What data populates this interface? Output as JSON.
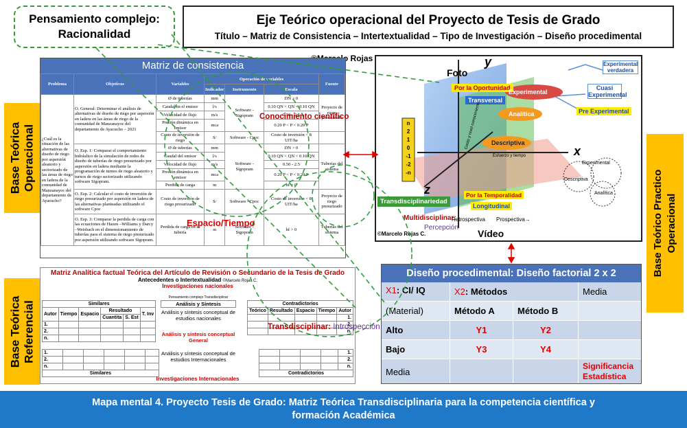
{
  "bubble": {
    "line1": "Pensamiento complejo:",
    "line2": "Racionalidad"
  },
  "title": {
    "main": "Eje Teórico operacional del Proyecto de Tesis de Grado",
    "sub": "Título – Matriz de Consistencia – Intertextualidad – Tipo de Investigación – Diseño procedimental"
  },
  "credit_top": "©Marcelo Rojas C",
  "side_labels": {
    "left_top": [
      "Base Teórica",
      "Operacional"
    ],
    "left_bottom": [
      "Base Teórica",
      "Referencial"
    ],
    "right": [
      "Base Teórico Practico",
      "Operacional"
    ]
  },
  "matriz_consistencia": {
    "title": "Matriz de consistencia",
    "headers": [
      "Problema",
      "Objetivos",
      "Variables",
      "Indicador",
      "Instrumento",
      "Escala",
      "Fuente"
    ],
    "group_header": "Operación de variables",
    "problem": "¿Cuál es la situación de las alternativas de diseño de riego por aspersión aleatorio y sectorizado de las áreas de riego en ladera de la comunidad de Manzanayoc del departamento de Ayacucho?",
    "objectives": [
      "O. General: Determinar el análisis de alternativas de diseño de riego por aspersión en ladera en las áreas de riego de la comunidad de Manzanayoc del departamento de Ayacucho – 2021",
      "O. Esp. 1: Comparar el comportamiento hidráulico de la simulación de redes de diseño de tuberías de riego presurizado por aspersión en ladera mediante la programación de turnos de riego aleatorio y turnos de riego sectorizado utilizando software Sigopram.",
      "O. Esp. 2: Calcular el costo de inversión de riego presurizado por aspersión en ladera de las alternativas planteadas utilizando el software Cpoc",
      "O. Esp. 3: Comparar la perdida de carga con las ecuaciones de Hazen –Williams y Darcy –Weisbach en el dimensionamiento de tuberías para el sistema de riego presurizado por aspersión utilizando software Sigopram."
    ],
    "rows": [
      [
        "Ø de tuberías",
        "mm",
        "Software - Sigopram",
        "DN > 0",
        "Proyecto de riego presurizado"
      ],
      [
        "Caudal en el emisor",
        "l/s",
        "",
        "0.10 QN < QN < 0.10 QN",
        ""
      ],
      [
        "Velocidad de flujo",
        "m/s",
        "",
        "0.50 - 2.5",
        ""
      ],
      [
        "Presión dinámica en emisor",
        "mca",
        "",
        "0.20 P < P < 0.20 P",
        ""
      ],
      [
        "Costo de inversión de riego",
        "S/",
        "Software - Cpoc",
        "Costo de inversión < 8 UIT/ha",
        ""
      ],
      [
        "Ø de tuberías",
        "mm",
        "Software - Sigopram",
        "DN > 0",
        "Tuberías del sistema"
      ],
      [
        "Caudal del emisor",
        "l/s",
        "",
        "0.10 QN < QN < 0.10 QN",
        ""
      ],
      [
        "Velocidad de flujo",
        "m/s",
        "",
        "0.50 - 2.5",
        ""
      ],
      [
        "Presión dinámica en emisor",
        "mca",
        "",
        "0.20 P < P < 0.20 P",
        ""
      ],
      [
        "Perdida de carga",
        "m",
        "",
        "hf > 0",
        ""
      ],
      [
        "Costo de inversión de riego presurizado",
        "S/",
        "Software - Cpoc",
        "Costo de inversión < 8 UIT/ha",
        "Proyecto de riego presurizado"
      ],
      [
        "Perdida de carga en la tubería",
        "m",
        "Software - Sigopram",
        "hf > 0",
        "Tuberías del sistema"
      ]
    ],
    "overlay_conocimiento": "Conocimiento científico",
    "overlay_espacio": "Espacio/Tiempo"
  },
  "matriz_analitica": {
    "title": "Matriz Analítica factual Teórica del Artículo de Revisión o Secundario de la Tesis de Grado",
    "subtitle": "Antecedentes o Intertextualidad",
    "subtitle_credit": "©Marcelo Rojas C.",
    "nacionales": "Investigaciones nacionales",
    "similares": "Similares",
    "contradictorios": "Contradictorios",
    "pensamiento": "Pensamiento complejo Transdisciplinar",
    "left_cols": [
      "Autor",
      "Tiempo",
      "Espacio",
      "Resultado",
      "T. Inv"
    ],
    "sub_cols": [
      "Cuantita",
      "S. Est"
    ],
    "right_cols": [
      "Teórico",
      "Resultado",
      "Espacio",
      "Tiempo",
      "Autor"
    ],
    "center_col": "Análisis y Síntesis",
    "row_marks": [
      "1.",
      "2.",
      "n."
    ],
    "nat_synth": "Análisis y síntesis conceptual de estudios nacionales",
    "general_synth": "Análisis y síntesis conceptual General",
    "int_synth": "Análisis y síntesis conceptual de estudios Internacionales",
    "internacionales": "Investigaciones Internacionales"
  },
  "diagram": {
    "foto": "Foto",
    "video": "Vídeo",
    "y_axis": "y",
    "x_axis": "x",
    "z_axis": "z",
    "oportunidad": "Por la Oportunidad",
    "transversal": "Transversal",
    "analitica": "Analítica",
    "descriptiva": "Descriptiva",
    "temporalidad": "Por la Temporalidad",
    "longitudinal": "Longitudinal",
    "experimental": "Experimental",
    "exp_verdadera": "Experimental verdadera",
    "cuasi": "Cuasi Experimental",
    "pre_exp": "Pre Experimental",
    "transdisciplinariedad": "Transdisciplinariedad",
    "multidisciplinar": "Multidisciplinar:",
    "percepcion": "Percepción",
    "retrospectiva": "Retrospectiva",
    "prospectiva": "Prospectiva→",
    "credit": "©Marcelo Rojas C.",
    "axis_cost": "Costo y nivel conocimiento",
    "axis_effort": "Esfuerzo y tiempo",
    "n_values": [
      "n",
      "2",
      "1",
      "0",
      "-1",
      "-2",
      "-n"
    ],
    "venn": [
      "Experimental",
      "Descriptiva",
      "Analítica"
    ]
  },
  "transdisciplinar": {
    "label": "Transdisciplinar:",
    "value": "Introspección"
  },
  "diseno": {
    "title": "Diseño procedimental: Diseño factorial 2 x 2",
    "x1_prefix": "X1",
    "x1_rest": ": CI/ IQ",
    "x1_sub": "(Material)",
    "x2_prefix": "X2",
    "x2_rest": ": Métodos",
    "media": "Media",
    "metodo_a": "Método A",
    "metodo_b": "Método B",
    "alto": "Alto",
    "bajo": "Bajo",
    "y1": "Y1",
    "y2": "Y2",
    "y3": "Y3",
    "y4": "Y4",
    "media_bottom": "Media",
    "significancia": "Significancia Estadística"
  },
  "footer": {
    "line1": "Mapa mental 4. Proyecto Tesis de Grado: Matriz Teórica Transdisciplinaria para la competencia científica y",
    "line2": "formación Académica"
  },
  "colors": {
    "accent_blue": "#4a72b8",
    "footer_blue": "#1f78c8",
    "side_orange": "#ffc000",
    "dashed_green": "#3a9a3a",
    "red": "#c00000"
  }
}
